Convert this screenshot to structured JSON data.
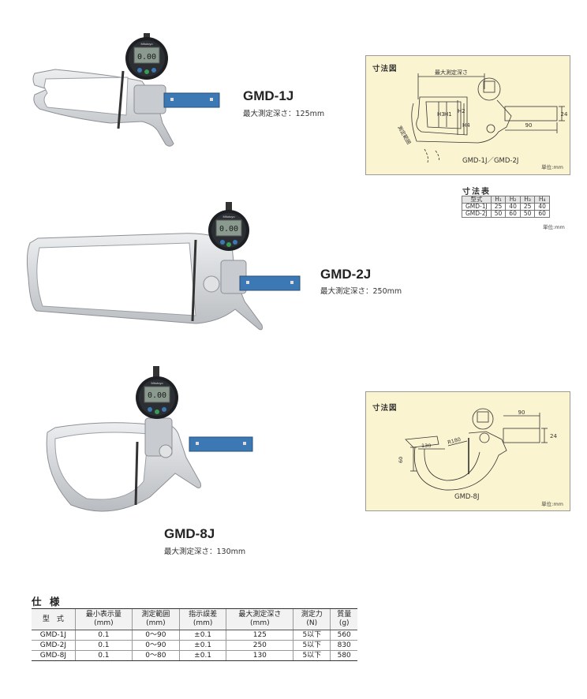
{
  "products": [
    {
      "model": "GMD-1J",
      "depth": "最大測定深さ：125mm",
      "display": "0.00"
    },
    {
      "model": "GMD-2J",
      "depth": "最大測定深さ：250mm",
      "display": "0.00"
    },
    {
      "model": "GMD-8J",
      "depth": "最大測定深さ：130mm",
      "display": "0.00"
    }
  ],
  "dial_brand": "Mitutoyo",
  "diagram1": {
    "title": "寸法図",
    "depth_label": "最大測定深さ",
    "range_label": "測定範囲",
    "h_labels": [
      "H3",
      "H1",
      "H2",
      "H4"
    ],
    "dim_90": "90",
    "dim_24": "24",
    "caption": "GMD-1J／GMD-2J",
    "unit": "単位:mm"
  },
  "dimension_table": {
    "title": "寸法表",
    "headers": [
      "型式",
      "H₁",
      "H₂",
      "H₃",
      "H₄"
    ],
    "rows": [
      [
        "GMD-1J",
        "25",
        "40",
        "25",
        "40"
      ],
      [
        "GMD-2J",
        "50",
        "60",
        "50",
        "60"
      ]
    ],
    "unit": "単位:mm"
  },
  "diagram2": {
    "title": "寸法図",
    "dim_90": "90",
    "dim_24": "24",
    "dim_130": "130",
    "dim_r180": "R180",
    "dim_60": "60",
    "caption": "GMD-8J",
    "unit": "単位:mm"
  },
  "spec": {
    "title": "仕 様",
    "headers": [
      [
        "型　式"
      ],
      [
        "最小表示量",
        "(mm)"
      ],
      [
        "測定範囲",
        "(mm)"
      ],
      [
        "指示誤差",
        "(mm)"
      ],
      [
        "最大測定深さ",
        "(mm)"
      ],
      [
        "測定力",
        "(N)"
      ],
      [
        "質量",
        "(g)"
      ]
    ],
    "rows": [
      [
        "GMD-1J",
        "0.1",
        "0～90",
        "±0.1",
        "125",
        "5以下",
        "560"
      ],
      [
        "GMD-2J",
        "0.1",
        "0～90",
        "±0.1",
        "250",
        "5以下",
        "830"
      ],
      [
        "GMD-8J",
        "0.1",
        "0～80",
        "±0.1",
        "130",
        "5以下",
        "580"
      ]
    ]
  },
  "colors": {
    "panel_bg": "#fbf4d0",
    "blue_arm": "#3c79b4",
    "steel": "#d3d5d8"
  }
}
